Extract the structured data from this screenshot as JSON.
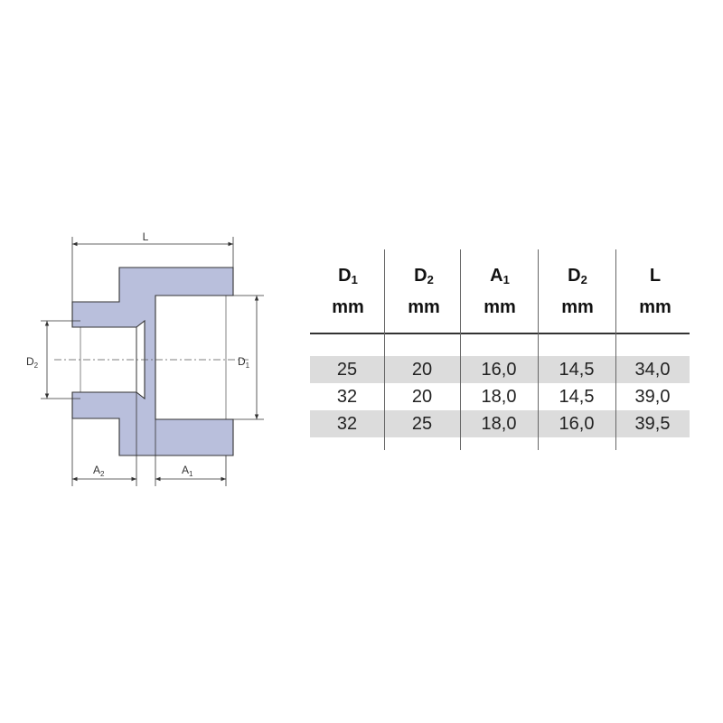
{
  "drawing": {
    "labels": {
      "L": "L",
      "D2": {
        "main": "D",
        "sub": "2"
      },
      "D1": {
        "main": "D",
        "sub": "1"
      },
      "A2": {
        "main": "A",
        "sub": "2"
      },
      "A1": {
        "main": "A",
        "sub": "1"
      }
    },
    "colors": {
      "body_fill": "#b9bfdc",
      "outline": "#333333",
      "centerline": "#555555"
    }
  },
  "table": {
    "headers": [
      {
        "main": "D",
        "sub": "1",
        "unit": "mm"
      },
      {
        "main": "D",
        "sub": "2",
        "unit": "mm"
      },
      {
        "main": "A",
        "sub": "1",
        "unit": "mm"
      },
      {
        "main": "D",
        "sub": "2",
        "unit": "mm"
      },
      {
        "main": "L",
        "sub": "",
        "unit": "mm"
      }
    ],
    "rows": [
      [
        "25",
        "20",
        "16,0",
        "14,5",
        "34,0"
      ],
      [
        "32",
        "20",
        "18,0",
        "14,5",
        "39,0"
      ],
      [
        "32",
        "25",
        "18,0",
        "16,0",
        "39,5"
      ]
    ],
    "shaded_rows": [
      0,
      2
    ],
    "shade_color": "#dcdcdc"
  }
}
